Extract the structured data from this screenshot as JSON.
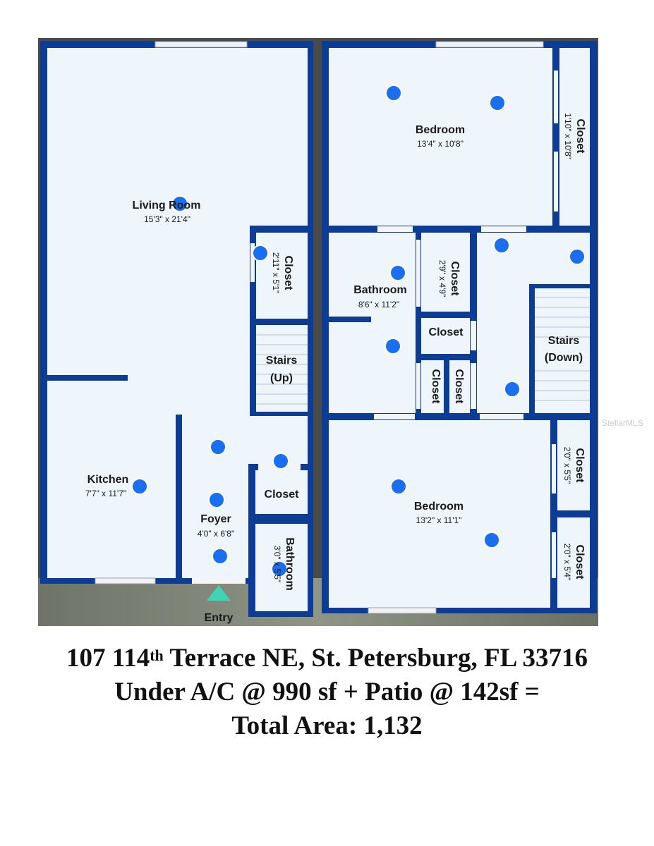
{
  "rooms": {
    "living": {
      "name": "Living Room",
      "dims": "15'3\" x 21'4\""
    },
    "kitchen": {
      "name": "Kitchen",
      "dims": "7'7\" x 11'7\""
    },
    "foyer": {
      "name": "Foyer",
      "dims": "4'0\" x 6'8\""
    },
    "closet_living": {
      "name": "Closet",
      "dims": "2'11\" x 5'1\""
    },
    "stairs_up": {
      "line1": "Stairs",
      "line2": "(Up)"
    },
    "closet_foyer": {
      "name": "Closet"
    },
    "bath_down": {
      "name": "Bathroom",
      "dims": "3'0\" x 5'5\""
    },
    "bedroom_top": {
      "name": "Bedroom",
      "dims": "13'4\" x 10'8\""
    },
    "closet_bedtop": {
      "name": "Closet",
      "dims": "1'10\" x 10'8\""
    },
    "bath_up": {
      "name": "Bathroom",
      "dims": "8'6\" x 11'2\""
    },
    "closet_bathup": {
      "name": "Closet",
      "dims": "2'9\" x 4'9\""
    },
    "closet_mid": {
      "name": "Closet"
    },
    "closet_small_a": {
      "name": "Closet"
    },
    "closet_small_b": {
      "name": "Closet"
    },
    "stairs_down": {
      "line1": "Stairs",
      "line2": "(Down)"
    },
    "bedroom_bottom": {
      "name": "Bedroom",
      "dims": "13'2\" x 11'1\""
    },
    "closet_bb1": {
      "name": "Closet",
      "dims": "2'0\" x 5'5\""
    },
    "closet_bb2": {
      "name": "Closet",
      "dims": "2'0\" x 5'4\""
    }
  },
  "entry_label": "Entry",
  "watermark": "StellarMLS",
  "colors": {
    "wall": "#0c3c94",
    "floor": "#eef6fc",
    "marker": "#1a6ef0",
    "entry": "#3fd4b4"
  },
  "caption": {
    "line1_number": "107 114",
    "line1_sup": "th",
    "line1_rest": " Terrace NE, St. Petersburg, FL 33716",
    "line2": "Under A/C @ 990 sf + Patio @ 142sf =",
    "line3": "Total Area: 1,132"
  }
}
